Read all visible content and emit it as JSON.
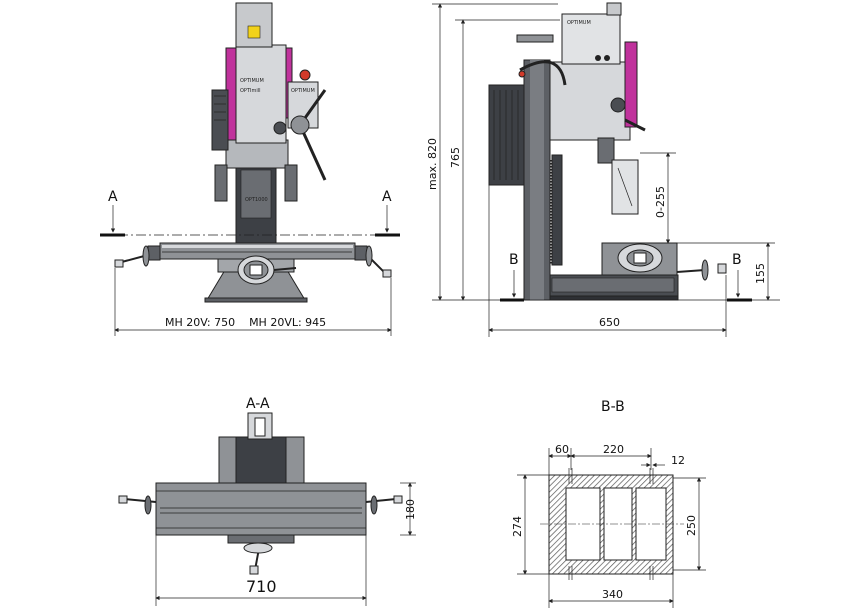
{
  "colors": {
    "machine_grey": "#8f9296",
    "dark_grey": "#4a4d52",
    "light_grey": "#d6d8db",
    "accent_magenta": "#c0329c",
    "hatch": "#555555"
  },
  "front_view": {
    "section_mark_left": "A",
    "section_mark_right": "A",
    "width_label": "MH 20V: 750    MH 20VL: 945",
    "brand_head": "OPTIMUM",
    "brand_model": "OPTImill",
    "brand_panel": "OPTIMUM"
  },
  "side_view": {
    "height_max_label": "max. 820",
    "height_label": "765",
    "travel_label": "0-255",
    "table_height_label": "155",
    "depth_label": "650",
    "section_mark_left": "B",
    "section_mark_right": "B",
    "brand_head": "OPTIMUM"
  },
  "section_aa": {
    "title": "A-A",
    "table_depth_label": "180",
    "table_length_label": "710"
  },
  "section_bb": {
    "title": "B-B",
    "slot_offset_label": "60",
    "slot_pitch_label": "220",
    "slot_width_label": "12",
    "outer_height_label": "274",
    "inner_height_label": "250",
    "outer_width_label": "340"
  }
}
